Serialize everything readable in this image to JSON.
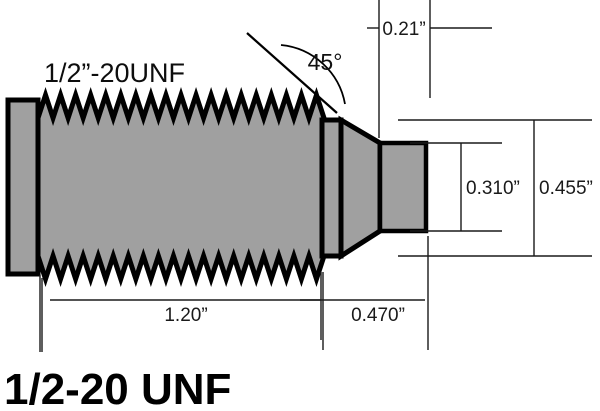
{
  "drawing": {
    "title": "Threaded fitting dimensioned drawing",
    "background_color": "#ffffff",
    "part_fill_color": "#a0a0a0",
    "line_color": "#000000"
  },
  "labels": {
    "thread_spec_top": "1/2”-20UNF",
    "thread_spec_bottom": "1/2-20 UNF",
    "chamfer_angle": "45°"
  },
  "dimensions": {
    "chamfer_length": "0.21”",
    "nose_diameter": "0.310”",
    "shoulder_diameter": "0.455”",
    "thread_length": "1.20”",
    "body_length": "0.470”"
  },
  "geometry": {
    "thread_peak_count": 19,
    "hex_color_fill": "#a0a0a0"
  }
}
